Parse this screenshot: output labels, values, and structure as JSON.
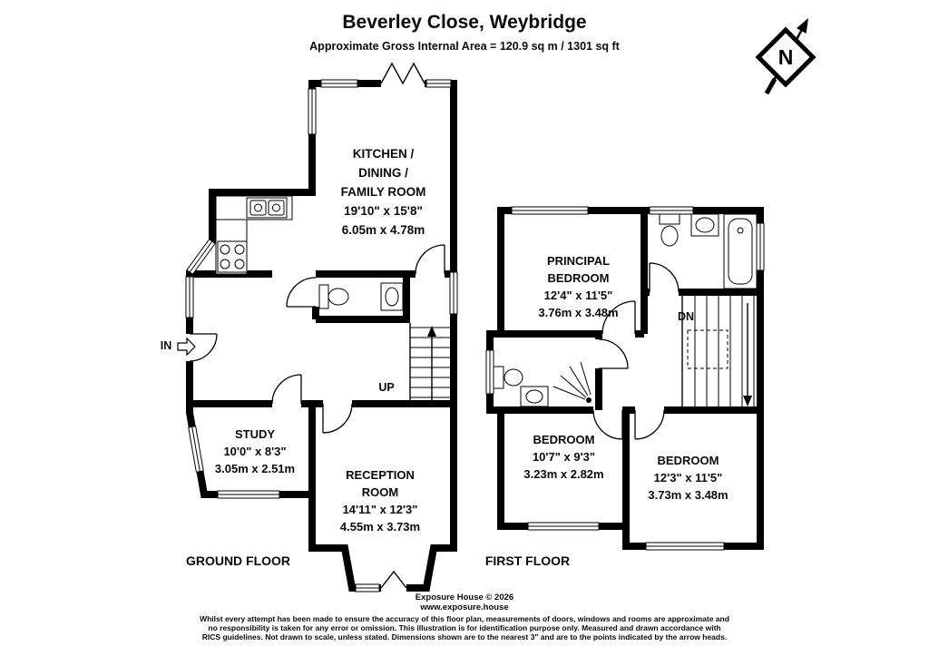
{
  "header": {
    "title": "Beverley Close, Weybridge",
    "subtitle": "Approximate Gross Internal Area = 120.9 sq m / 1301 sq ft"
  },
  "compass": {
    "north_label": "N"
  },
  "ground_floor": {
    "floor_label": "GROUND FLOOR",
    "entrance_label": "IN",
    "stairs_label": "UP",
    "rooms": {
      "kitchen": {
        "line1": "KITCHEN /",
        "line2": "DINING /",
        "line3": "FAMILY ROOM",
        "imperial": "19'10\" x 15'8\"",
        "metric": "6.05m x 4.78m"
      },
      "study": {
        "line1": "STUDY",
        "imperial": "10'0\" x 8'3\"",
        "metric": "3.05m x 2.51m"
      },
      "reception": {
        "line1": "RECEPTION",
        "line2": "ROOM",
        "imperial": "14'11\" x 12'3\"",
        "metric": "4.55m x 3.73m"
      }
    }
  },
  "first_floor": {
    "floor_label": "FIRST FLOOR",
    "stairs_label": "DN",
    "rooms": {
      "principal_bedroom": {
        "line1": "PRINCIPAL",
        "line2": "BEDROOM",
        "imperial": "12'4\" x 11'5\"",
        "metric": "3.76m x 3.48m"
      },
      "bedroom_left": {
        "line1": "BEDROOM",
        "imperial": "10'7\" x 9'3\"",
        "metric": "3.23m x 2.82m"
      },
      "bedroom_right": {
        "line1": "BEDROOM",
        "imperial": "12'3\" x 11'5\"",
        "metric": "3.73m x 3.48m"
      }
    }
  },
  "footer": {
    "company": "Exposure House © 2026",
    "website": "www.exposure.house",
    "disclaimer_line1": "Whilst every attempt has been made to ensure the accuracy of this floor plan, measurements of doors, windows and rooms are approximate and",
    "disclaimer_line2": "no responsibility is taken for any error or omission. This illustration is for identification purpose only. Measured and drawn accordance with",
    "disclaimer_line3": "RICS guidelines. Not drawn to scale, unless stated. Dimensions shown are to the nearest 3\" and are to the points indicated by the arrow heads."
  },
  "colors": {
    "wall": "#000000",
    "background": "#ffffff"
  }
}
